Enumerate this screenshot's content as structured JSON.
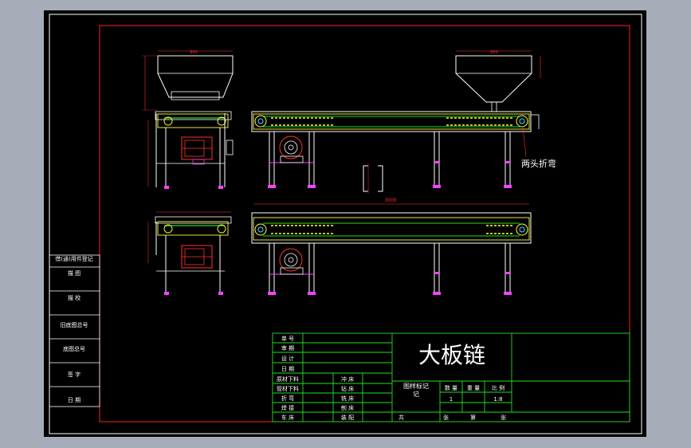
{
  "drawing": {
    "title": "大板链",
    "note": "两头折弯",
    "dim_top_left": "600",
    "dim_top_right": "500",
    "dim_length": "3000",
    "quantity": "1",
    "fraction": "1:8"
  },
  "left_strip": [
    "旧底图总号",
    "描 图",
    "描 校",
    "底图总号",
    "签 字",
    "日 期",
    "借(通)用件登记"
  ],
  "title_block": {
    "rows": [
      "单 号",
      "审 期",
      "设 计",
      "日 期",
      "原材下料",
      "管材下料",
      "折 弯",
      "焊 接",
      "车 床"
    ],
    "process": [
      "冲 床",
      "钻 床",
      "铣 床",
      "刨 床",
      "装 配"
    ],
    "drawing_no": "图样标记",
    "drawing_no2": "记",
    "headers": [
      "数 量",
      "重 量",
      "比 例"
    ],
    "bottom": [
      "共",
      "张",
      "第",
      "张"
    ]
  },
  "colors": {
    "background": "#a6adb8",
    "paper": "#000000",
    "frame": "#ffffff",
    "inner_frame": "#ff2020",
    "line_white": "#f0f0f0",
    "line_yellow": "#ffff40",
    "line_green": "#20e020",
    "line_magenta": "#ff40ff",
    "line_red": "#ff3030",
    "line_cyan": "#40e0ff"
  }
}
